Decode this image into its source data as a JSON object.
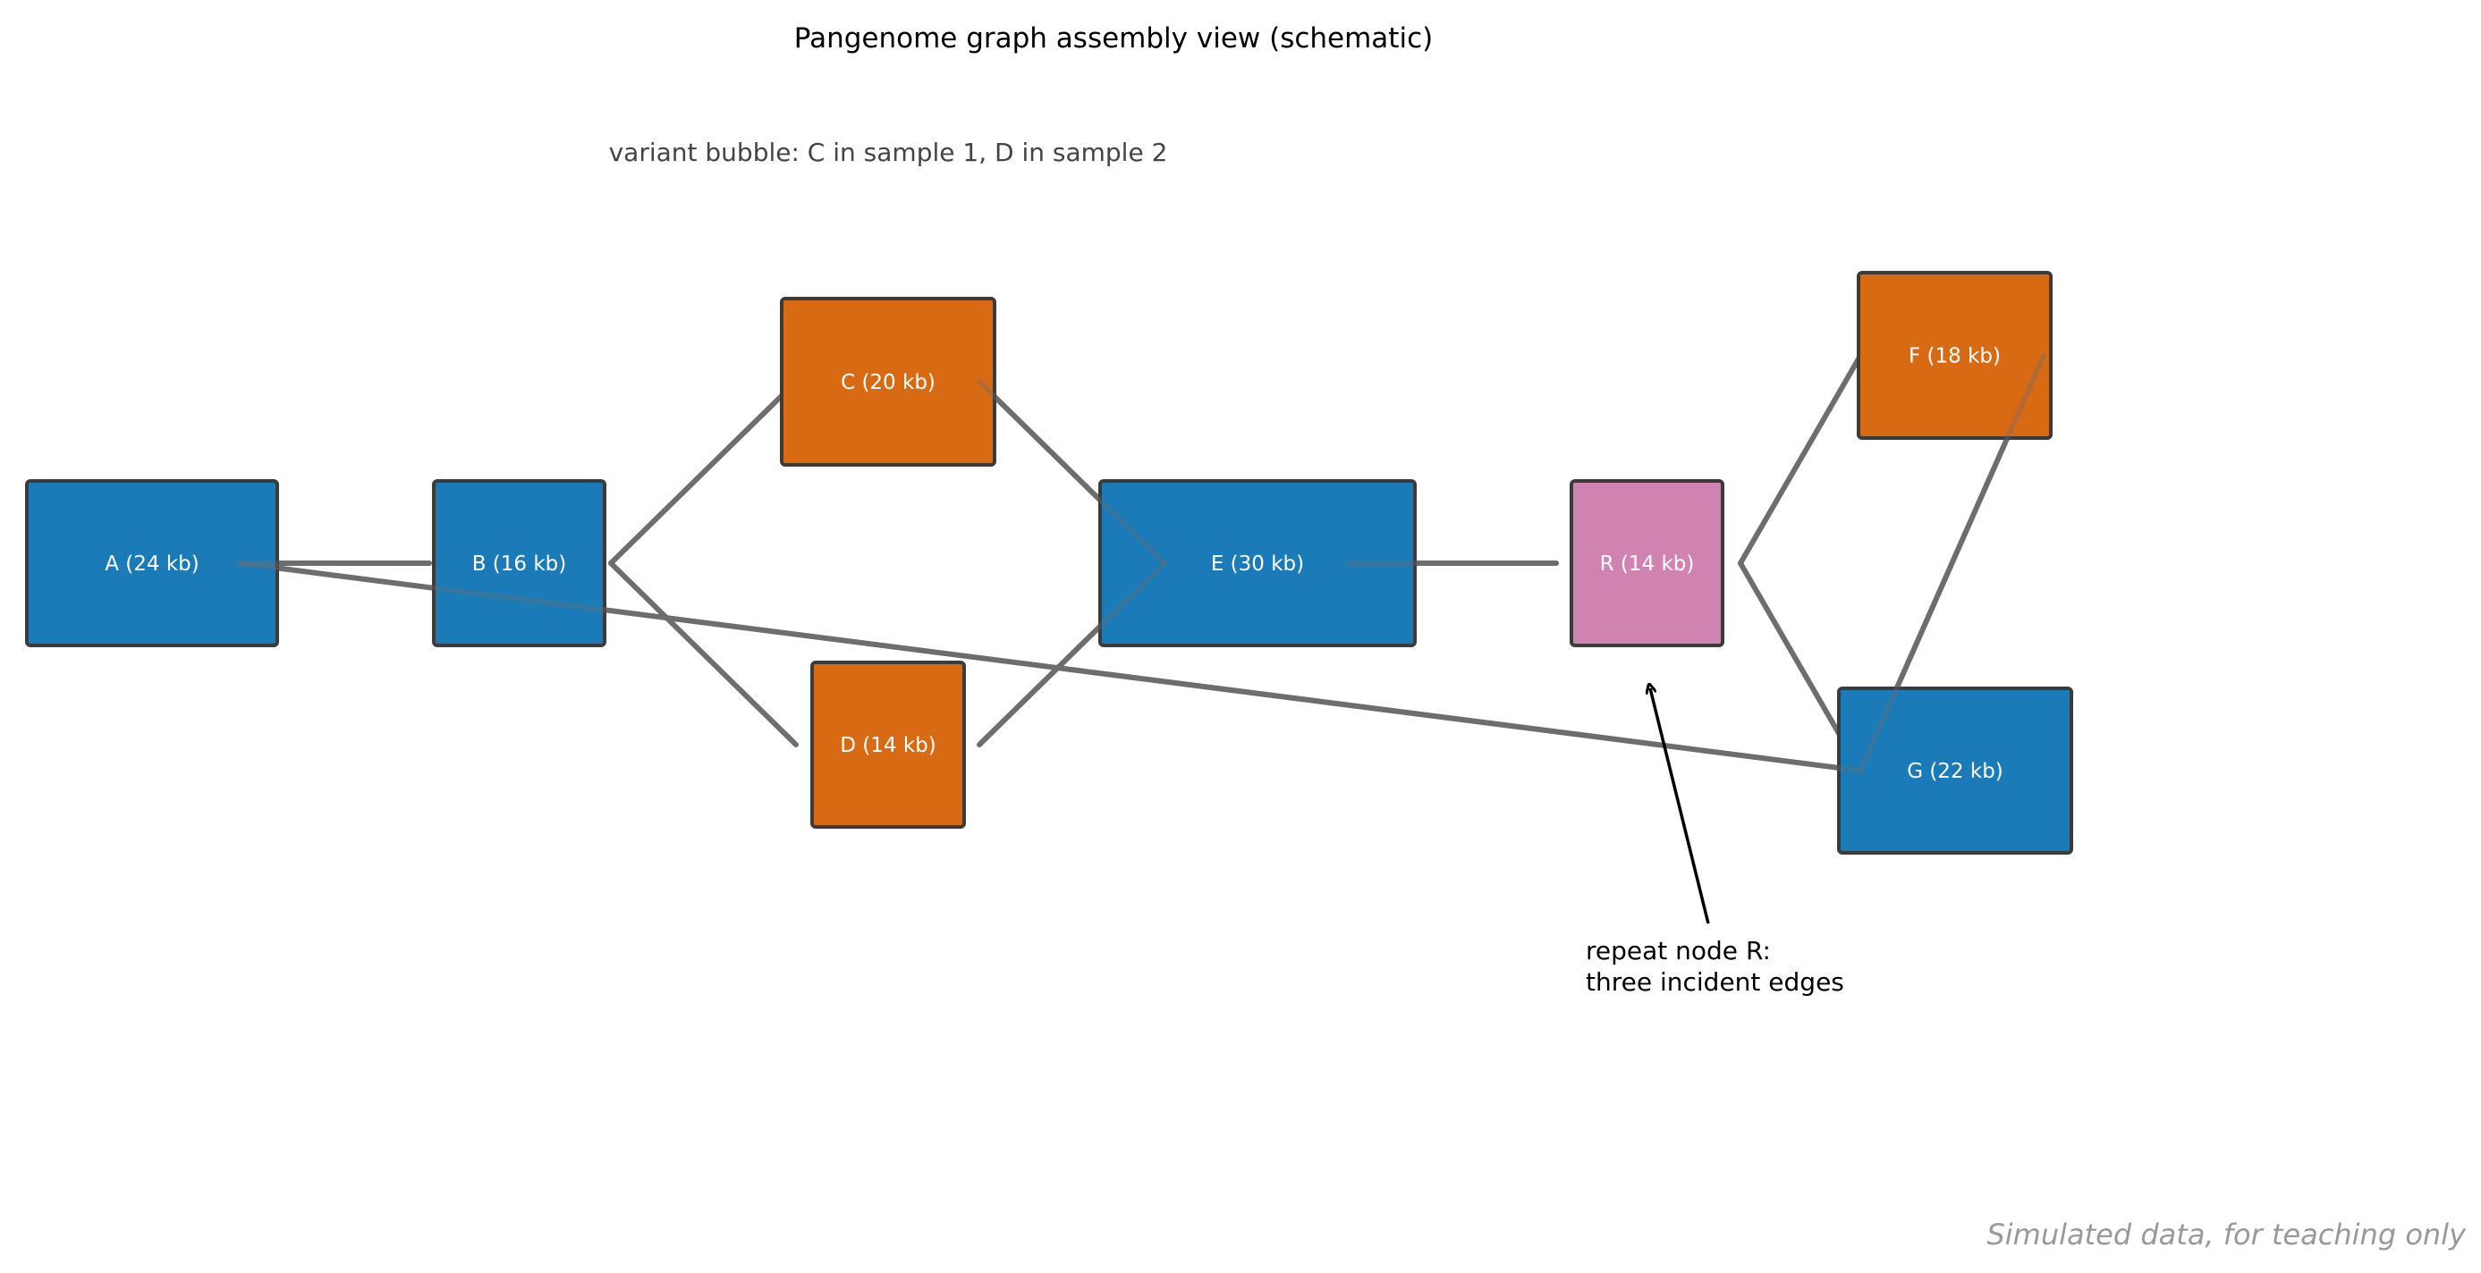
{
  "title": "Pangenome graph assembly view (schematic)",
  "subtitle": "variant bubble: C in sample 1, D in sample 2",
  "colors": {
    "core": "#1a7bb8",
    "variant": "#d96a14",
    "repeat": "#d083b0",
    "edge": "#6e6e6e",
    "node_border": "#3b3b3b"
  },
  "nodes": [
    {
      "id": "A",
      "label": "A (24 kb)",
      "kind": "core"
    },
    {
      "id": "B",
      "label": "B (16 kb)",
      "kind": "core"
    },
    {
      "id": "C",
      "label": "C (20 kb)",
      "kind": "variant"
    },
    {
      "id": "D",
      "label": "D (14 kb)",
      "kind": "variant"
    },
    {
      "id": "E",
      "label": "E (30 kb)",
      "kind": "core"
    },
    {
      "id": "R",
      "label": "R (14 kb)",
      "kind": "repeat"
    },
    {
      "id": "F",
      "label": "F (18 kb)",
      "kind": "variant"
    },
    {
      "id": "G",
      "label": "G (22 kb)",
      "kind": "core"
    }
  ],
  "edges": [
    {
      "from": "A",
      "to": "B"
    },
    {
      "from": "B",
      "to": "C"
    },
    {
      "from": "B",
      "to": "D"
    },
    {
      "from": "C",
      "to": "E"
    },
    {
      "from": "D",
      "to": "E"
    },
    {
      "from": "E",
      "to": "R"
    },
    {
      "from": "R",
      "to": "F"
    },
    {
      "from": "R",
      "to": "G"
    },
    {
      "from": "A",
      "to": "G"
    },
    {
      "from": "G",
      "to": "F"
    }
  ],
  "annotation": {
    "lines": [
      "repeat node R:",
      "three incident edges"
    ],
    "target": "R"
  },
  "footer": "Simulated data, for teaching only"
}
